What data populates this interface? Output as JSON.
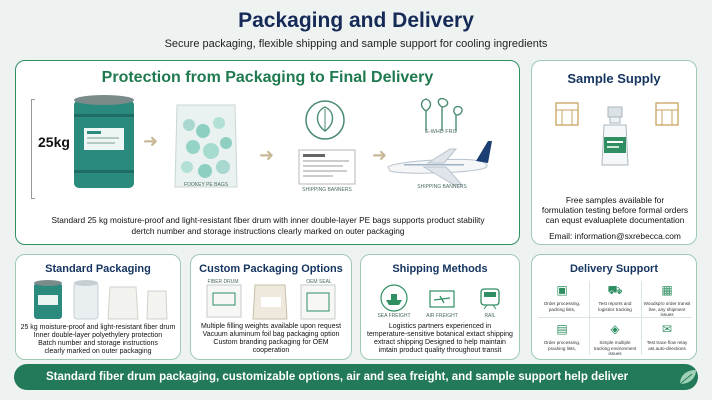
{
  "header": {
    "title": "Packaging and Delivery",
    "subtitle": "Secure packaging, flexible shipping and sample support for cooling ingredients"
  },
  "main": {
    "title": "Protection from Packaging to Final Delivery",
    "weight_label": "25kg",
    "bag_caption": "FOOKEY PE BAGS",
    "label_caption": "SHIPPING BANNERS",
    "plant_caption": "E-WHD FRG",
    "plane_caption": "SHIPPING BANNERS",
    "description_line1": "Standard 25 kg moisture-proof and light-resistant fiber drum with inner double-layer PE bags supports product stability",
    "description_line2": "dertch number and storage instructions clearly marked on outer packaging"
  },
  "sample": {
    "title": "Sample Supply",
    "line1": "Free samples available for",
    "line2": "formulation testing before formal orders",
    "line3": "can  equst evaluaplete documentation",
    "email": "Email: information@sxrebecca.com"
  },
  "standard": {
    "title": "Standard Packaging",
    "lines": [
      "25 kg moisture-proof and light-resistant fiber drum",
      "Inner double-layer polyethylery protection",
      "Batch number and storage instructions",
      "clearly marked on outer packaging"
    ]
  },
  "custom": {
    "title": "Custom Packaging Options",
    "tag1": "FIBER DRUM",
    "tag2": "OEM SEAL",
    "lines": [
      "Multiple filling weights available upon request",
      "Vacuum aluminum foil bag packaging option",
      "Custom branding packaging for OEM",
      "cooperation"
    ]
  },
  "shipping": {
    "title": "Shipping Methods",
    "icons": [
      "SEA FREIGHT",
      "AIR FREIGHT",
      "RAIL"
    ],
    "lines": [
      "Logistics partners experienced in",
      "temperature-sensitive botanical extact shipping",
      "extract shipping     Designed to help maintain",
      "imtain product quality throughout transit"
    ]
  },
  "delivery": {
    "title": "Delivery Support",
    "items": [
      "Order processing, packing lists,",
      "Test reports and logistics tracking",
      "Woodspro order transit live, any shipment issues",
      "Order processing, pracking lists,",
      "Simple multiple tracking environment issues",
      "Test trace flow relay ast.auto-directions"
    ]
  },
  "banner": {
    "text": "Standard fiber drum packaging, customizable options, air and sea freight, and sample support help deliver"
  },
  "colors": {
    "accent": "#2f8f62",
    "title": "#152a57",
    "drum": "#2a8a7d",
    "banner": "#237a58"
  }
}
